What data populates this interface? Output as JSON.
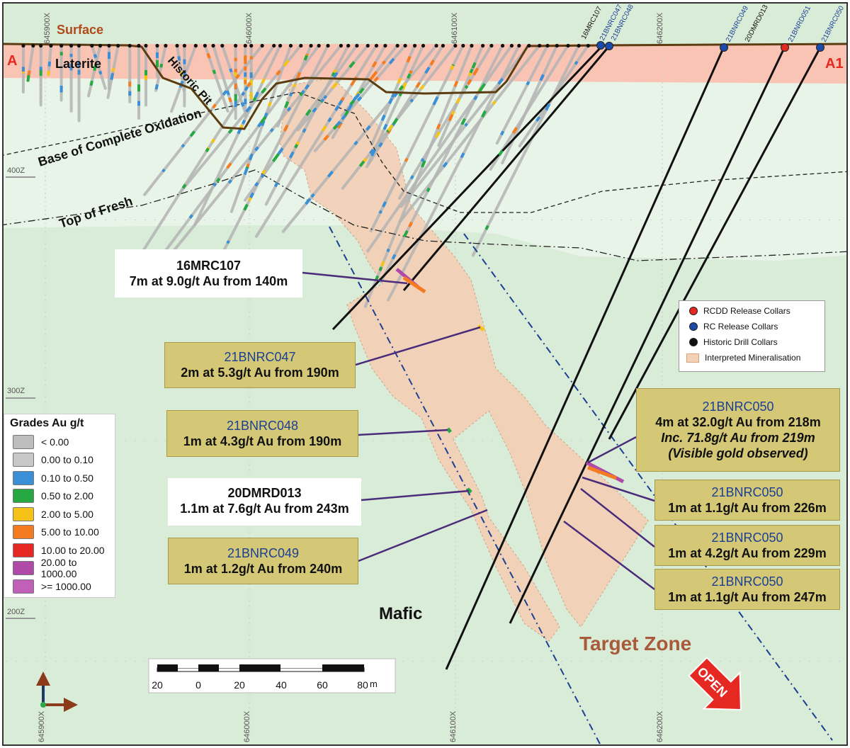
{
  "section": {
    "end_left": "A",
    "end_right": "A1",
    "surface_label": "Surface",
    "laterite_label": "Laterite",
    "pit_label": "Historic Pit",
    "oxidation_label": "Base of Complete Oxidation",
    "fresh_label": "Top of Fresh",
    "rock_label": "Mafic",
    "target_label": "Target Zone",
    "open_label": "OPEN"
  },
  "colors": {
    "laterite_fill": "#f9c4b4",
    "oxide_fill": "#e8f4e8",
    "fresh_fill": "#d9ecd7",
    "mineralisation_fill": "#f3d1b8",
    "pit_line": "#5c3d12",
    "surface_text": "#b04a1b",
    "ends_text": "#e52821",
    "target_text": "#a85a3a",
    "callout_gold": "#d4c877",
    "hole_blue": "#1b3f93",
    "open_arrow": "#e52821"
  },
  "coords": {
    "eastings": [
      "645900X",
      "646000X",
      "646100X",
      "646200X"
    ],
    "elevations": [
      "400Z",
      "300Z",
      "200Z"
    ]
  },
  "collars": [
    "16MRC107",
    "21BNRC047",
    "21BNRC048",
    "21BNRC049",
    "20DMRD013",
    "21BNRD051",
    "21BNRC050"
  ],
  "callouts": [
    {
      "hole": "16MRC107",
      "lines": [
        "7m at 9.0g/t Au from 140m"
      ],
      "style": "white"
    },
    {
      "hole": "21BNRC047",
      "lines": [
        "2m at 5.3g/t Au from 190m"
      ],
      "style": "gold"
    },
    {
      "hole": "21BNRC048",
      "lines": [
        "1m at 4.3g/t Au from 190m"
      ],
      "style": "gold"
    },
    {
      "hole": "20DMRD013",
      "lines": [
        "1.1m at 7.6g/t Au from 243m"
      ],
      "style": "white"
    },
    {
      "hole": "21BNRC049",
      "lines": [
        "1m at 1.2g/t Au from 240m"
      ],
      "style": "gold"
    },
    {
      "hole": "21BNRC050",
      "lines": [
        "4m at 32.0g/t Au from 218m",
        "Inc. 71.8g/t Au from 219m",
        "(Visible gold observed)"
      ],
      "style": "gold"
    },
    {
      "hole": "21BNRC050",
      "lines": [
        "1m at 1.1g/t Au from 226m"
      ],
      "style": "gold"
    },
    {
      "hole": "21BNRC050",
      "lines": [
        "1m at 4.2g/t Au from 229m"
      ],
      "style": "gold"
    },
    {
      "hole": "21BNRC050",
      "lines": [
        "1m at 1.1g/t Au from 247m"
      ],
      "style": "gold"
    }
  ],
  "legend": {
    "items": [
      {
        "label": "RCDD Release Collars",
        "color": "#e52821",
        "shape": "dot"
      },
      {
        "label": "RC Release Collars",
        "color": "#1b4aa8",
        "shape": "dot"
      },
      {
        "label": "Historic Drill Collars",
        "color": "#111111",
        "shape": "dot"
      },
      {
        "label": "Interpreted Mineralisation",
        "color": "#f3d1b8",
        "shape": "square"
      }
    ]
  },
  "grades_legend": {
    "title": "Grades Au g/t",
    "items": [
      {
        "label": "< 0.00",
        "color": "#bdbdbd"
      },
      {
        "label": "0.00 to 0.10",
        "color": "#c8c8c8"
      },
      {
        "label": "0.10 to 0.50",
        "color": "#3a8fd6"
      },
      {
        "label": "0.50 to 2.00",
        "color": "#26a843"
      },
      {
        "label": "2.00 to 5.00",
        "color": "#f5c318"
      },
      {
        "label": "5.00 to 10.00",
        "color": "#f47b20"
      },
      {
        "label": "10.00 to 20.00",
        "color": "#e52821"
      },
      {
        "label": "20.00 to 1000.00",
        "color": "#b04aa8"
      },
      {
        "label": ">= 1000.00",
        "color": "#c060b8"
      }
    ]
  },
  "scale_bar": {
    "ticks": [
      "20",
      "0",
      "20",
      "40",
      "60",
      "80"
    ],
    "unit": "m"
  }
}
